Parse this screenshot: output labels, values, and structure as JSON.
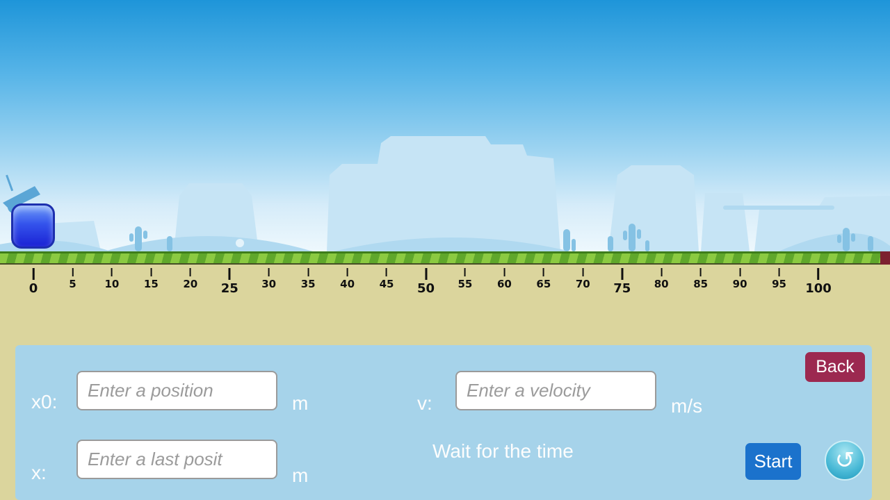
{
  "colors": {
    "panel_bg": "#a6d3ea",
    "back_button": "#9c2950",
    "start_button": "#1b72cc",
    "sand": "#dbd59d",
    "grass_light": "#8bca41",
    "grass_dark": "#5fa72b",
    "player_blue": "#1a22d4"
  },
  "ruler": {
    "values": [
      0,
      5,
      10,
      15,
      20,
      25,
      30,
      35,
      40,
      45,
      50,
      55,
      60,
      65,
      70,
      75,
      80,
      85,
      90,
      95,
      100
    ],
    "major_values": [
      0,
      25,
      50,
      75,
      100
    ]
  },
  "panel": {
    "back_label": "Back",
    "fields": {
      "x0": {
        "label": "x0:",
        "placeholder": "Enter a position",
        "unit": "m"
      },
      "v": {
        "label": "v:",
        "placeholder": "Enter a velocity",
        "unit": "m/s"
      },
      "x": {
        "label": "x:",
        "placeholder": "Enter a last posit",
        "unit": "m"
      }
    },
    "wait_text": "Wait for the time",
    "start_label": "Start",
    "reset_icon": "↺"
  }
}
